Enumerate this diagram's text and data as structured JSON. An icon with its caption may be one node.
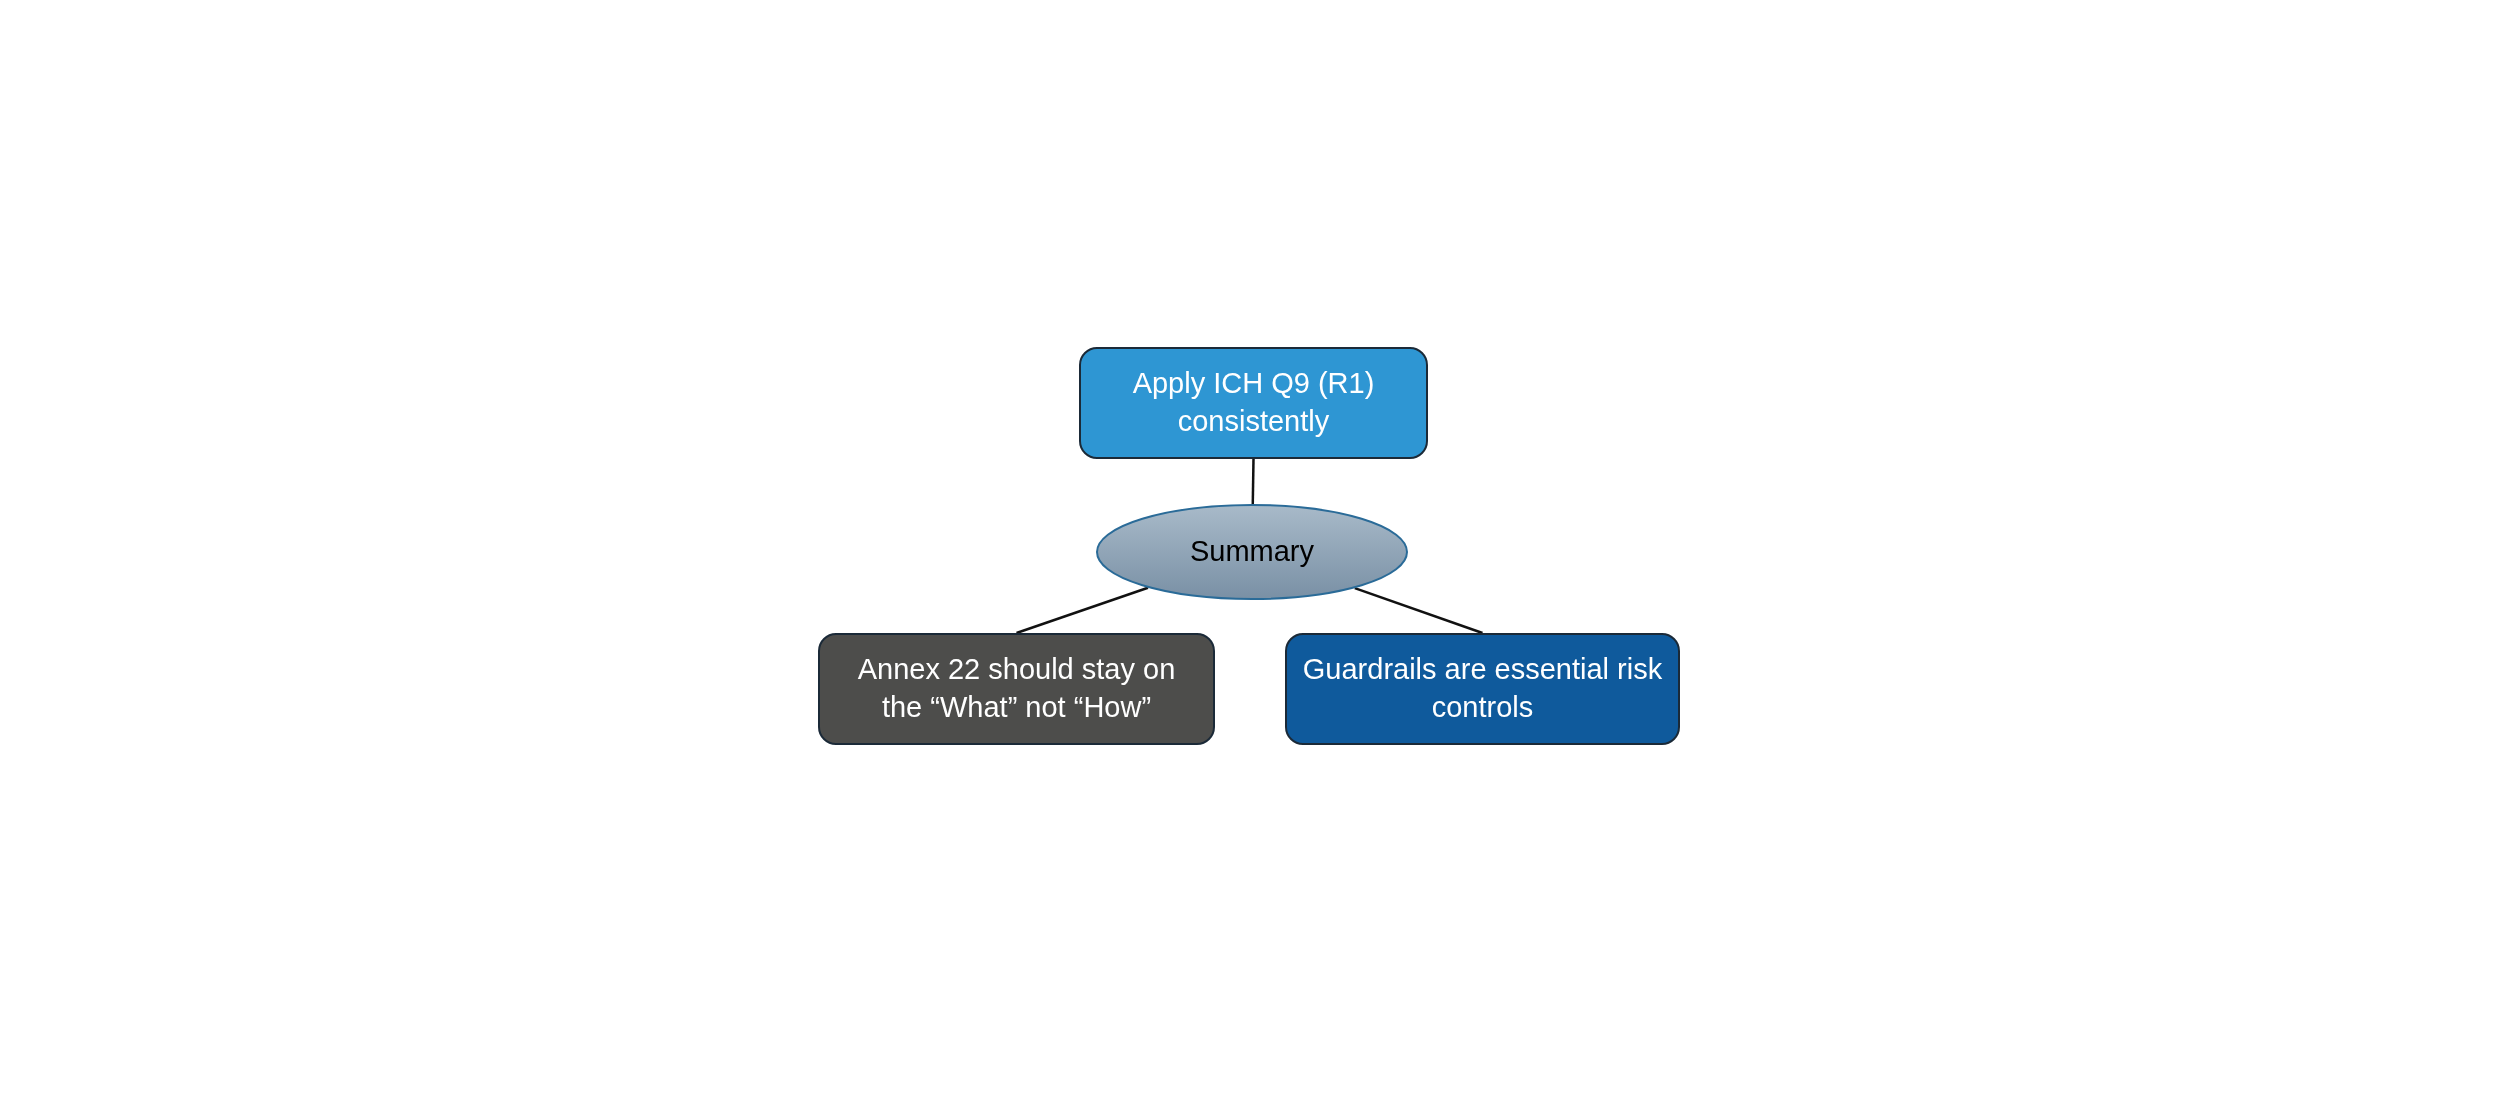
{
  "diagram": {
    "nodes": [
      {
        "text": [
          "Apply ICH Q9 (R1) consistently"
        ]
      },
      {
        "text": [
          "Summary"
        ]
      },
      {
        "text": [
          "Annex 22 should stay on the “What” not “How”"
        ]
      },
      {
        "text": [
          "Guardrails are essential risk controls"
        ]
      }
    ],
    "edges": [
      {
        "from": 1,
        "to": 0,
        "arrow": "none"
      },
      {
        "from": 1,
        "to": 2,
        "arrow": "none"
      },
      {
        "from": 1,
        "to": 3,
        "arrow": "none"
      }
    ]
  }
}
